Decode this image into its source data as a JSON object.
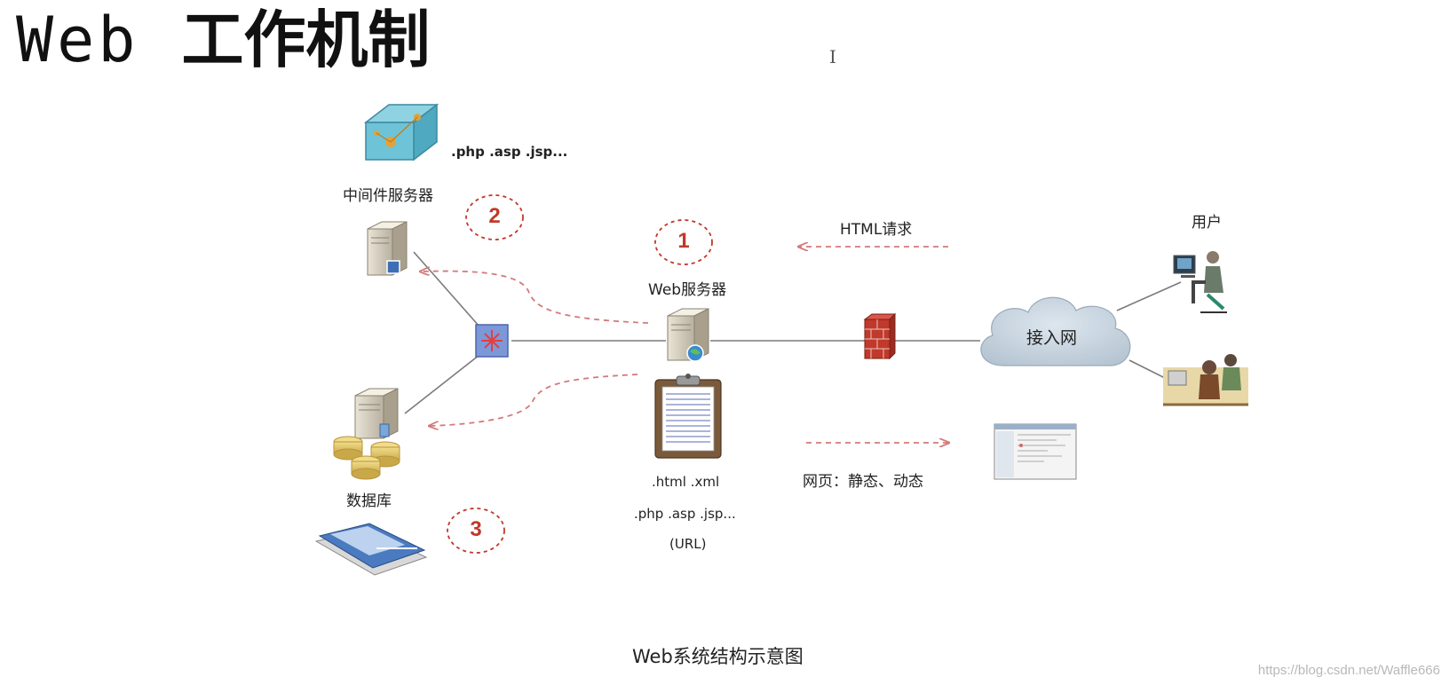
{
  "slide": {
    "title_web": "Web",
    "title_cn": "工作机制",
    "cursor_glyph": "I"
  },
  "diagram": {
    "caption": "Web系统结构示意图",
    "watermark": "https://blog.csdn.net/Waffle666",
    "labels": {
      "middleware_ext": ".php .asp .jsp...",
      "middleware_server": "中间件服务器",
      "web_server": "Web服务器",
      "html_request": "HTML请求",
      "user": "用户",
      "access_network": "接入网",
      "database": "数据库",
      "webpage": "网页：静态、动态",
      "doc_ext_1": ".html .xml",
      "doc_ext_2": ".php .asp .jsp...",
      "doc_ext_3": "(URL)"
    },
    "steps": [
      "1",
      "2",
      "3"
    ],
    "icons": [
      "middleware-cube-icon",
      "app-server-icon",
      "switch-icon",
      "web-server-icon",
      "database-server-icon",
      "database-disks-icon",
      "firewall-icon",
      "cloud-icon",
      "user-at-computer-icon",
      "users-group-icon",
      "clipboard-document-icon",
      "webpage-screenshot-icon",
      "magazine-icon"
    ],
    "colors": {
      "arrow_dashed": "#d47a7a",
      "step_circle": "#c0392b",
      "link_line": "#7a7a7a",
      "cloud_fill": "#c5d2dd",
      "firewall": "#c0392b"
    }
  }
}
